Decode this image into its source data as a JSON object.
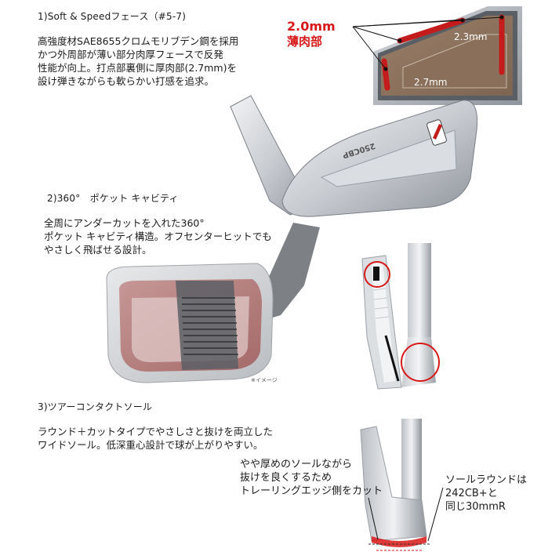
{
  "section1": {
    "heading": "1)Soft & Speedフェース（#5-7)",
    "body": "高強度材SAE8655クロムモリブデン鋼を採用\nかつ外周部が薄い部分肉厚フェースで反発\n性能が向上。打点部裏側に厚肉部(2.7mm)を\n設け弾きながらも軟らかい打感を追求。",
    "face_label_thin_mm": "2.0mm",
    "face_label_thin_text": "薄肉部",
    "face_label_mid": "2.3mm",
    "face_label_thick": "2.7mm",
    "club_model": "250CBP"
  },
  "section2": {
    "heading": "2)360°　ポケット キャビティ",
    "body": "全周にアンダーカットを入れた360°\nポケット キャビティ構造。オフセンターヒットでも\nやさしく飛ばせる設計。",
    "image_note": "※イメージ"
  },
  "section3": {
    "heading": "3)ツアーコンタクトソール",
    "body": "ラウンド＋カットタイプでやさしさと抜けを両立した\nワイドソール。低深重心設計で球が上がりやすい。",
    "callout_left": "やや厚めのソールながら\n抜けを良くするため\nトレーリングエッジ側をカット",
    "callout_right": "ソールラウンドは\n242CB+と\n同じ30mmR"
  },
  "colors": {
    "accent_red": "#d81818",
    "text": "#1a1a1a",
    "steel": "#b8bcc2"
  }
}
